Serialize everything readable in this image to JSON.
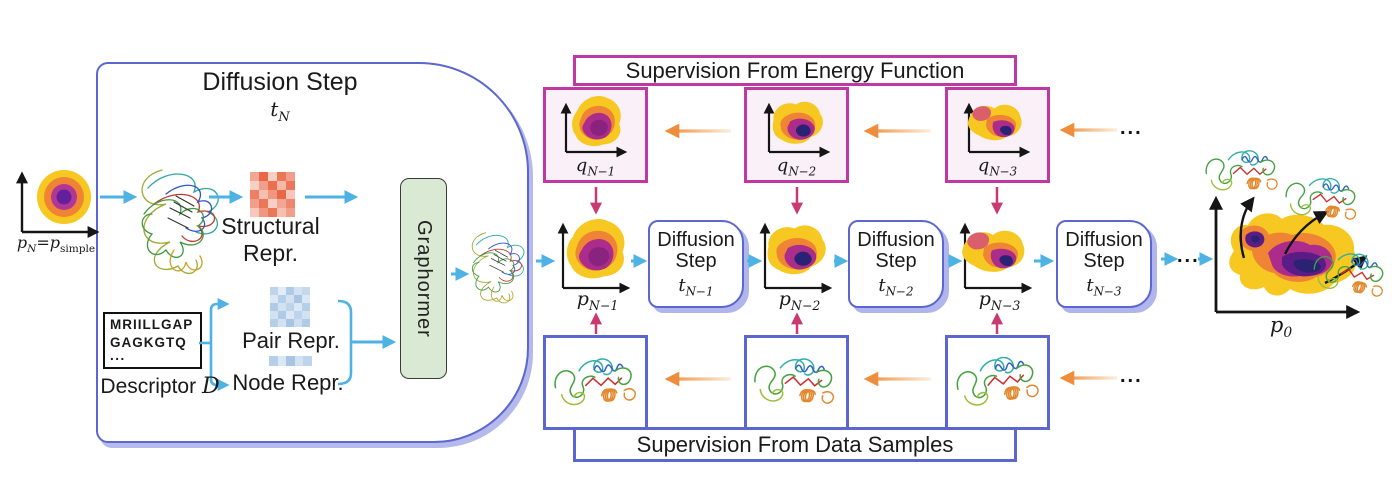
{
  "left_plot": {
    "label": {
      "b1": "p",
      "s1": "N",
      "eq": "=",
      "b2": "p",
      "s2": "simple"
    }
  },
  "main_box": {
    "title": "Diffusion Step",
    "t": {
      "base": "t",
      "sub": "N"
    },
    "structural_label": "Structural Repr.",
    "pair_label": "Pair Repr.",
    "node_label": "Node Repr.",
    "graphormer_label": "Graphormer",
    "sequence": {
      "line1": "MRIILLGAP",
      "line2": "GAGKGTQ",
      "line3": "..."
    },
    "descriptor": {
      "label": "Descriptor",
      "symbol": "D"
    }
  },
  "energy_row": {
    "title": "Supervision From Energy Function",
    "plots": [
      {
        "base": "q",
        "sub": "N−1"
      },
      {
        "base": "q",
        "sub": "N−2"
      },
      {
        "base": "q",
        "sub": "N−3"
      }
    ],
    "ellipsis": "..."
  },
  "middle_row": {
    "plots": [
      {
        "base": "p",
        "sub": "N−1"
      },
      {
        "base": "p",
        "sub": "N−2"
      },
      {
        "base": "p",
        "sub": "N−3"
      }
    ],
    "steps": [
      {
        "line1": "Diffusion",
        "line2": "Step",
        "t": {
          "base": "t",
          "sub": "N−1"
        }
      },
      {
        "line1": "Diffusion",
        "line2": "Step",
        "t": {
          "base": "t",
          "sub": "N−2"
        }
      },
      {
        "line1": "Diffusion",
        "line2": "Step",
        "t": {
          "base": "t",
          "sub": "N−3"
        }
      }
    ],
    "ellipsis": "...",
    "final_plot": {
      "base": "p",
      "sub": "0"
    }
  },
  "data_row": {
    "title": "Supervision From Data Samples",
    "ellipsis": "..."
  },
  "icons": {
    "density_plot": "density-plot",
    "noise_tangle": "noise-tangle-icon",
    "protein_ribbon": "protein-ribbon-icon",
    "axes": "xy-axes-icon"
  },
  "colors": {
    "box_blue": "#5B67CE",
    "shadow_lavender": "#B5B9EB",
    "magenta": "#C038A4",
    "pink_fill": "#FAF0F8",
    "cyan_arrow": "#4FB2E4",
    "orange_arrow": "#EE8E3C",
    "crimson_arrow": "#C93A72",
    "graphormer_fill": "#D9E9D3",
    "blob_yellow": "#F6C821",
    "blob_orange": "#EE8434",
    "blob_magenta": "#AC2C8C",
    "blob_purple": "#5B1D85",
    "blob_navy": "#2A2272"
  },
  "grids": {
    "structural": {
      "color": "232,95,60",
      "alphas": [
        [
          0.55,
          0.95,
          0.3,
          0.85,
          0.6
        ],
        [
          0.3,
          0.6,
          0.9,
          0.45,
          0.85
        ],
        [
          0.8,
          0.4,
          0.65,
          0.95,
          0.35
        ],
        [
          0.6,
          0.85,
          0.3,
          0.55,
          0.75
        ],
        [
          0.35,
          0.65,
          0.85,
          0.4,
          0.6
        ]
      ]
    },
    "pair": {
      "color": "110,160,210",
      "alphas": [
        [
          0.45,
          0.2,
          0.55,
          0.3,
          0.4
        ],
        [
          0.25,
          0.5,
          0.3,
          0.6,
          0.25
        ],
        [
          0.55,
          0.3,
          0.45,
          0.25,
          0.5
        ],
        [
          0.3,
          0.55,
          0.25,
          0.45,
          0.3
        ],
        [
          0.5,
          0.3,
          0.6,
          0.35,
          0.55
        ]
      ]
    },
    "node": {
      "color": "110,160,210",
      "alphas": [
        [
          0.5,
          0.25,
          0.6,
          0.3,
          0.45
        ]
      ]
    }
  }
}
